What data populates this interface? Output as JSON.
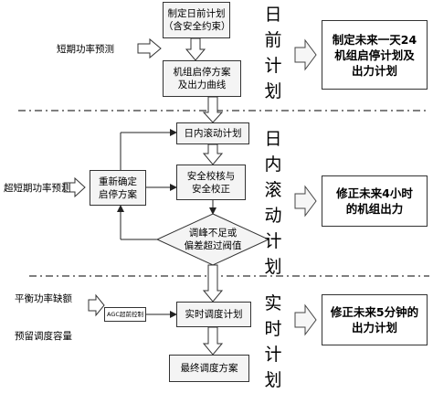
{
  "boxes": {
    "day_ahead_plan": [
      "制定日前计划",
      "（含安全约束）"
    ],
    "unit_start_stop": [
      "机组启停方案",
      "及出力曲线"
    ],
    "intraday_rolling": "日内滚动计划",
    "redetermine_start_stop": [
      "重新确定",
      "启停方案"
    ],
    "security_check": [
      "安全校核与",
      "安全校正"
    ],
    "peak_shaving": [
      "调峰不足或",
      "偏差超过阀值"
    ],
    "realtime_schedule": "实时调度计划",
    "final_schedule": "最终调度方案",
    "agc": "AGC超前控制"
  },
  "inputs": {
    "short_term_forecast": "短期功率预测",
    "ultra_short_forecast": "超短期功率预测",
    "balance_shortfall": "平衡功率缺额",
    "reserve_capacity": "预留调度容量"
  },
  "stages": {
    "day_ahead": [
      "日",
      "前",
      "计",
      "划"
    ],
    "intraday": [
      "日",
      "内",
      "滚",
      "动",
      "计",
      "划"
    ],
    "realtime": [
      "实",
      "时",
      "计",
      "划"
    ]
  },
  "outputs": {
    "day_ahead": [
      "制定未来一天24",
      "机组启停计划及",
      "出力计划"
    ],
    "intraday": [
      "修正未来4小时",
      "的机组出力"
    ],
    "realtime": [
      "修正未来5分钟的",
      "出力计划"
    ]
  }
}
